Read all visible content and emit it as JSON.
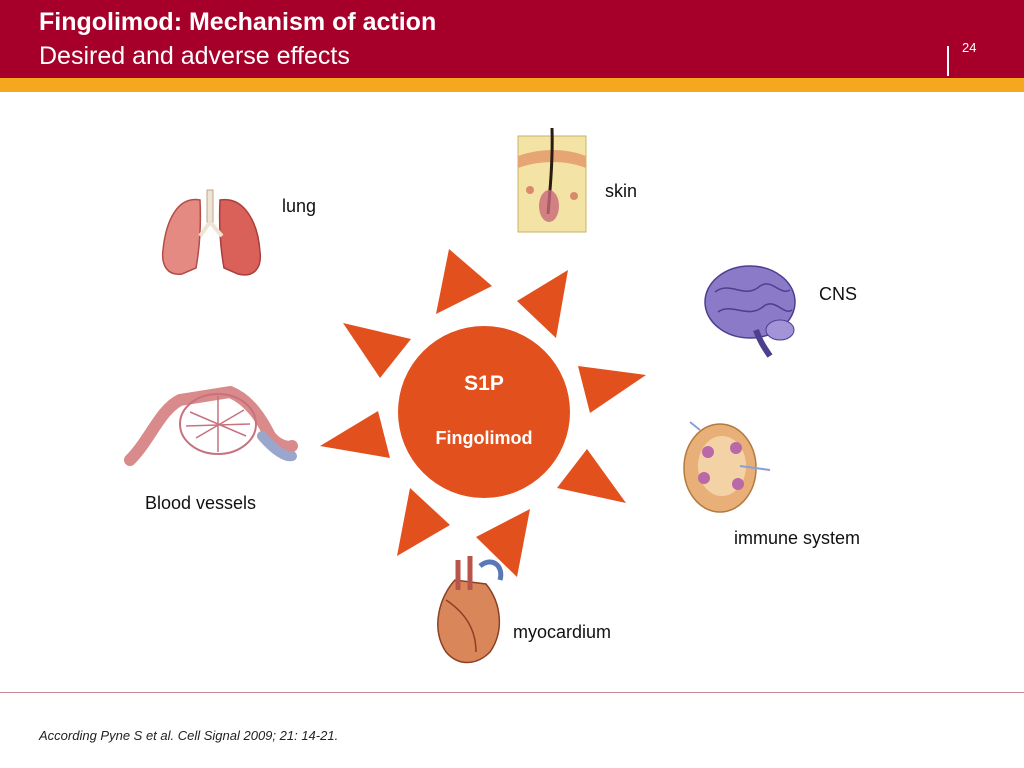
{
  "header": {
    "title": "Fingolimod: Mechanism of action",
    "subtitle": "Desired and adverse effects",
    "page_number": "24"
  },
  "diagram": {
    "center_top": "S1P",
    "center_bottom": "Fingolimod",
    "organs": {
      "lung": "lung",
      "skin": "skin",
      "cns": "CNS",
      "immune": "immune system",
      "myocardium": "myocardium",
      "blood_vessels": "Blood vessels"
    }
  },
  "footer": {
    "citation": "According Pyne S et al. Cell Signal 2009; 21: 14-21."
  },
  "colors": {
    "header_red": "#a6002a",
    "accent_gold": "#f5a81e",
    "sun_orange": "#e2501e"
  }
}
